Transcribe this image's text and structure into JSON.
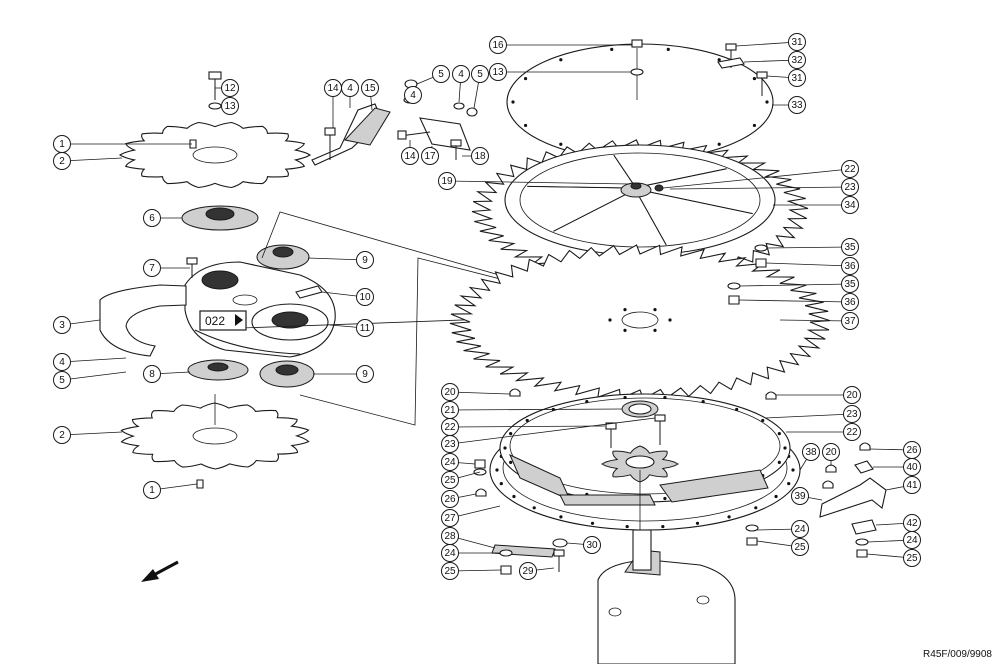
{
  "callouts": [
    {
      "label": "1"
    },
    {
      "label": "2"
    },
    {
      "label": "3"
    },
    {
      "label": "4"
    },
    {
      "label": "5"
    },
    {
      "label": "6"
    },
    {
      "label": "7"
    },
    {
      "label": "8"
    },
    {
      "label": "9"
    },
    {
      "label": "9"
    },
    {
      "label": "10"
    },
    {
      "label": "11"
    },
    {
      "label": "12"
    },
    {
      "label": "13"
    },
    {
      "label": "2"
    },
    {
      "label": "1"
    },
    {
      "label": "14"
    },
    {
      "label": "4"
    },
    {
      "label": "15"
    },
    {
      "label": "5"
    },
    {
      "label": "4"
    },
    {
      "label": "4"
    },
    {
      "label": "5"
    },
    {
      "label": "14"
    },
    {
      "label": "17"
    },
    {
      "label": "18"
    },
    {
      "label": "16"
    },
    {
      "label": "13"
    },
    {
      "label": "31"
    },
    {
      "label": "32"
    },
    {
      "label": "31"
    },
    {
      "label": "33"
    },
    {
      "label": "19"
    },
    {
      "label": "22"
    },
    {
      "label": "23"
    },
    {
      "label": "34"
    },
    {
      "label": "35"
    },
    {
      "label": "36"
    },
    {
      "label": "35"
    },
    {
      "label": "36"
    },
    {
      "label": "37"
    },
    {
      "label": "20"
    },
    {
      "label": "21"
    },
    {
      "label": "22"
    },
    {
      "label": "23"
    },
    {
      "label": "24"
    },
    {
      "label": "25"
    },
    {
      "label": "26"
    },
    {
      "label": "27"
    },
    {
      "label": "28"
    },
    {
      "label": "24"
    },
    {
      "label": "25"
    },
    {
      "label": "29"
    },
    {
      "label": "30"
    },
    {
      "label": "20"
    },
    {
      "label": "23"
    },
    {
      "label": "22"
    },
    {
      "label": "38"
    },
    {
      "label": "20"
    },
    {
      "label": "26"
    },
    {
      "label": "40"
    },
    {
      "label": "39"
    },
    {
      "label": "41"
    },
    {
      "label": "24"
    },
    {
      "label": "25"
    },
    {
      "label": "42"
    },
    {
      "label": "24"
    },
    {
      "label": "25"
    }
  ],
  "reference_tag": "022",
  "drawing_code": "R45F/009/9908"
}
